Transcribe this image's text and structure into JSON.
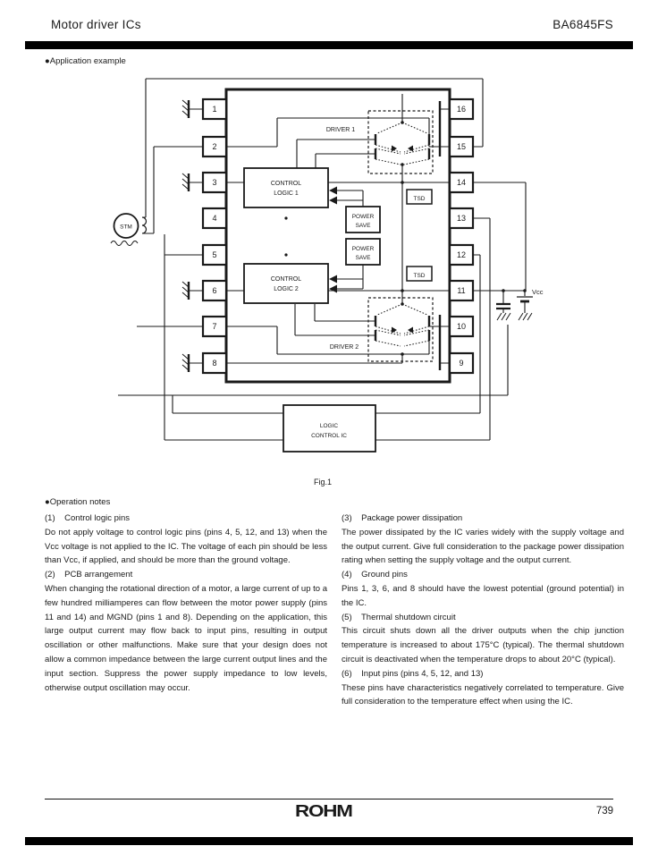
{
  "header": {
    "left": "Motor driver ICs",
    "right": "BA6845FS"
  },
  "section_labels": {
    "application": "●Application example",
    "operation": "●Operation notes"
  },
  "figure": {
    "caption": "Fig.1",
    "pins_left": [
      "1",
      "2",
      "3",
      "4",
      "5",
      "6",
      "7",
      "8"
    ],
    "pins_right": [
      "16",
      "15",
      "14",
      "13",
      "12",
      "11",
      "10",
      "9"
    ],
    "labels": {
      "driver1": "DRIVER 1",
      "driver2": "DRIVER 2",
      "control": "CONTROL",
      "logic1": "LOGIC 1",
      "logic2": "LOGIC 2",
      "power": "POWER",
      "save": "SAVE",
      "tsd": "TSD",
      "logic_ctrl_line1": "LOGIC",
      "logic_ctrl_line2": "CONTROL IC",
      "motor": "STM",
      "vcc": "Vcc"
    }
  },
  "notes_left": [
    {
      "heading": "(1)    Control logic pins",
      "body": "Do not apply voltage to control logic pins (pins 4, 5, 12, and 13) when the Vcc voltage is not applied to the IC. The voltage of each pin should be less than Vcc, if applied, and should be more than the ground voltage."
    },
    {
      "heading": "(2)    PCB arrangement",
      "body": "When changing the rotational direction of a motor, a large current of up to a few hundred milliamperes can flow between the motor power supply (pins 11 and 14) and MGND (pins 1 and 8). Depending on the application, this large output current may flow back to input pins, resulting in output oscillation or other malfunctions. Make sure that your design does not allow a common impedance between the large current output lines and the input section. Suppress the power supply impedance to low levels, otherwise output oscillation may occur."
    }
  ],
  "notes_right": [
    {
      "heading": "(3)    Package power dissipation",
      "body": "The power dissipated by the IC varies widely with the supply voltage and the output current. Give full consideration to the package power dissipation rating when setting the supply voltage and the output current."
    },
    {
      "heading": "(4)    Ground pins",
      "body": "Pins 1, 3, 6, and 8 should have the lowest potential (ground potential) in the IC."
    },
    {
      "heading": "(5)    Thermal shutdown circuit",
      "body": "This circuit shuts down all the driver outputs when the chip junction temperature is increased to about 175°C (typical). The thermal shutdown circuit is deactivated when the temperature drops to about 20°C (typical)."
    },
    {
      "heading": "(6)    Input pins (pins 4, 5, 12, and 13)",
      "body": "These pins have characteristics negatively correlated to temperature. Give full consideration to the temperature effect when using the IC."
    }
  ],
  "footer": {
    "logo": "ROHM",
    "page": "739"
  }
}
